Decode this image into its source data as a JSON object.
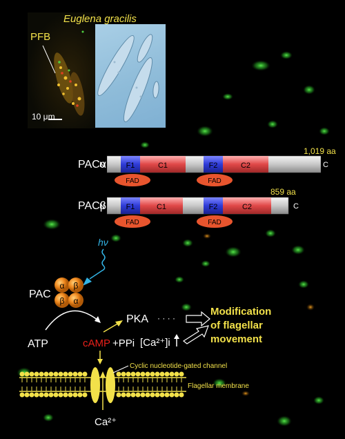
{
  "micrograph": {
    "species_label": "Euglena gracilis",
    "pfb_label": "PFB",
    "scale_label": "10 μm"
  },
  "domains": {
    "alpha": {
      "name": "PACα",
      "n_label": "N",
      "c_label": "C",
      "length_label": "1,019 aa",
      "blocks": [
        "F1",
        "C1",
        "F2",
        "C2"
      ],
      "fad": [
        "FAD",
        "FAD"
      ]
    },
    "beta": {
      "name": "PACβ",
      "n_label": "N",
      "c_label": "C",
      "length_label": "859 aa",
      "blocks": [
        "F1",
        "C1",
        "F2",
        "C2"
      ],
      "fad": [
        "FAD",
        "FAD"
      ]
    }
  },
  "pathway": {
    "hv_label": "hν",
    "pac_label": "PAC",
    "subunits": [
      "α",
      "β",
      "β",
      "α"
    ],
    "atp_label": "ATP",
    "camp_label": "cAMP",
    "ppi_label": "+PPi",
    "pka_label": "PKA",
    "dots": "· · · ·",
    "ca_i_label": "[Ca²⁺]i",
    "ca_label": "Ca²⁺",
    "result_line1": "Modification",
    "result_line2": "of flagellar",
    "result_line3": "movement",
    "channel_label": "Cyclic nucleotide-gated channel",
    "membrane_label": "Flagellar membrane"
  },
  "colors": {
    "text": "#ffffff",
    "accent": "#f2e14a",
    "camp": "#e8201a",
    "fad_fill": "#e8552e",
    "flavin_domain": "#2e3bd8",
    "cyclase_domain": "#e04848",
    "linker": "#b8b8b8",
    "hv": "#32b4e6"
  }
}
